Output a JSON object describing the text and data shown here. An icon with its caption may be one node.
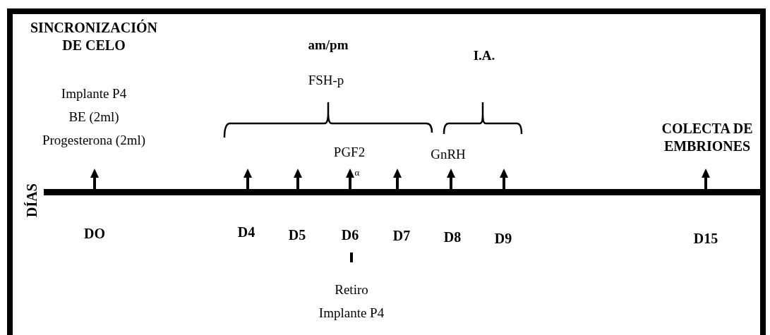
{
  "diagram": {
    "labels": [
      "SINCRONIZACIÓN DE CELO",
      "am/pm",
      "I.A.",
      "FSH-p",
      "Implante P4",
      "BE (2ml)",
      "COLECTA DE EMBRIONES",
      "Progesterona (2ml)",
      "PGF2",
      "GnRH",
      "α",
      "DÍAS",
      "DO",
      "D4",
      "D5",
      "D6",
      "D7",
      "D8",
      "D9",
      "D15",
      "Retiro Implante P4"
    ]
  }
}
